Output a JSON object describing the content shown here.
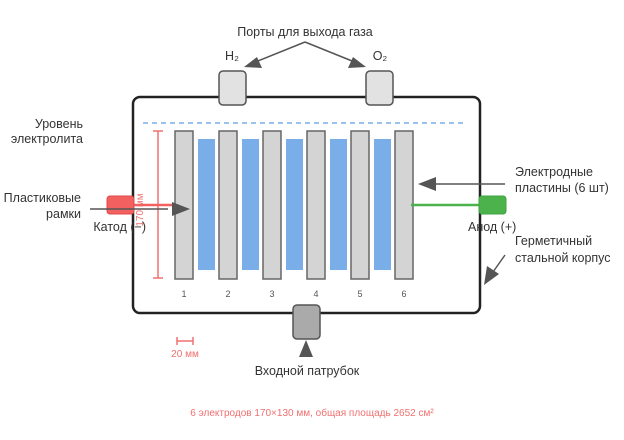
{
  "title": "Порты для выхода газа",
  "ports": {
    "h2_label": "H₂",
    "o2_label": "O₂"
  },
  "labels": {
    "electrolyte_line1": "Уровень",
    "electrolyte_line2": "электролита",
    "frames_line1": "Пластиковые",
    "frames_line2": "рамки",
    "cathode": "Катод (−)",
    "anode": "Анод (+)",
    "plates_line1": "Электродные",
    "plates_line2": "пластины (6 шт)",
    "body_line1": "Герметичный",
    "body_line2": "стальной корпус",
    "inlet": "Входной патрубок"
  },
  "dimensions": {
    "height_label": "170 мм",
    "scale_label": "20 мм"
  },
  "plate_numbers": [
    "1",
    "2",
    "3",
    "4",
    "5",
    "6"
  ],
  "footer": "6 электродов 170×130 мм, общая площадь 2652 см²",
  "colors": {
    "body_stroke": "#222222",
    "plate_fill": "#d4d4d4",
    "plate_stroke": "#666666",
    "separator": "#7aaee8",
    "electrolyte": "#7aaee8",
    "cathode": "#f26060",
    "anode": "#4cb34c",
    "dimension": "#f07070",
    "arrow": "#555555",
    "port_fill": "#e2e2e2",
    "inlet_fill": "#aaaaaa"
  }
}
